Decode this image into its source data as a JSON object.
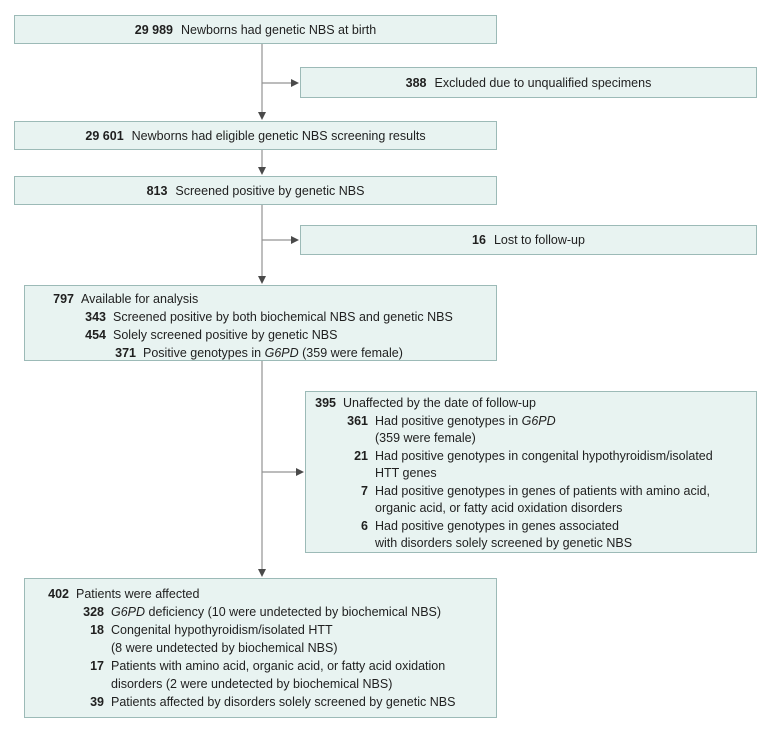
{
  "figure": {
    "type": "study-flow-diagram",
    "topic": "Genetic newborn screening (NBS) cohort flow"
  },
  "colors": {
    "box_fill": "#e8f3f1",
    "box_border": "#9cbab7",
    "arrow_line": "#939393",
    "arrow_head": "#4a4a4a",
    "text": "#1f1f1f",
    "background": "#ffffff"
  },
  "flow": {
    "newborns": {
      "num": "29 989",
      "text": "Newborns had genetic NBS at birth"
    },
    "excluded": {
      "num": "388",
      "text": "Excluded due to unqualified specimens"
    },
    "eligible": {
      "num": "29 601",
      "text": "Newborns had eligible genetic NBS screening results"
    },
    "positive": {
      "num": "813",
      "text": "Screened positive by genetic NBS"
    },
    "lost": {
      "num": "16",
      "text": "Lost to follow-up"
    },
    "available": {
      "lines": [
        {
          "num": "797",
          "pre": "Available for analysis"
        },
        {
          "num": "343",
          "pre": "Screened positive by both biochemical NBS and genetic NBS"
        },
        {
          "num": "454",
          "pre": "Solely screened positive by genetic NBS"
        },
        {
          "num": "371",
          "pre": "Positive genotypes in ",
          "gene": "G6PD",
          "post": " (359 were female)"
        }
      ]
    },
    "unaffected": {
      "lines": [
        {
          "num": "395",
          "pre": "Unaffected by the date of follow-up"
        },
        {
          "num": "361",
          "pre": "Had positive genotypes in ",
          "gene": "G6PD"
        },
        {
          "num": "",
          "pre": "(359 were female)"
        },
        {
          "num": "21",
          "pre": "Had positive genotypes in congenital hypothyroidism/isolated"
        },
        {
          "num": "",
          "pre": "HTT genes"
        },
        {
          "num": "7",
          "pre": "Had positive genotypes in genes of patients with amino acid,"
        },
        {
          "num": "",
          "pre": "organic acid, or fatty acid oxidation disorders"
        },
        {
          "num": "6",
          "pre": "Had positive genotypes in genes associated"
        },
        {
          "num": "",
          "pre": "with disorders solely screened by genetic NBS"
        }
      ]
    },
    "affected": {
      "lines": [
        {
          "num": "402",
          "pre": "Patients were affected"
        },
        {
          "num": "328",
          "pre": "",
          "gene": "G6PD",
          "post": " deficiency (10 were undetected by biochemical NBS)"
        },
        {
          "num": "18",
          "pre": "Congenital hypothyroidism/isolated HTT"
        },
        {
          "num": "",
          "pre": "(8 were undetected by biochemical NBS)"
        },
        {
          "num": "17",
          "pre": "Patients with amino acid, organic acid, or fatty acid oxidation"
        },
        {
          "num": "",
          "pre": "disorders (2 were undetected by biochemical NBS)"
        },
        {
          "num": "39",
          "pre": "Patients affected by disorders solely screened by genetic NBS"
        }
      ]
    }
  }
}
